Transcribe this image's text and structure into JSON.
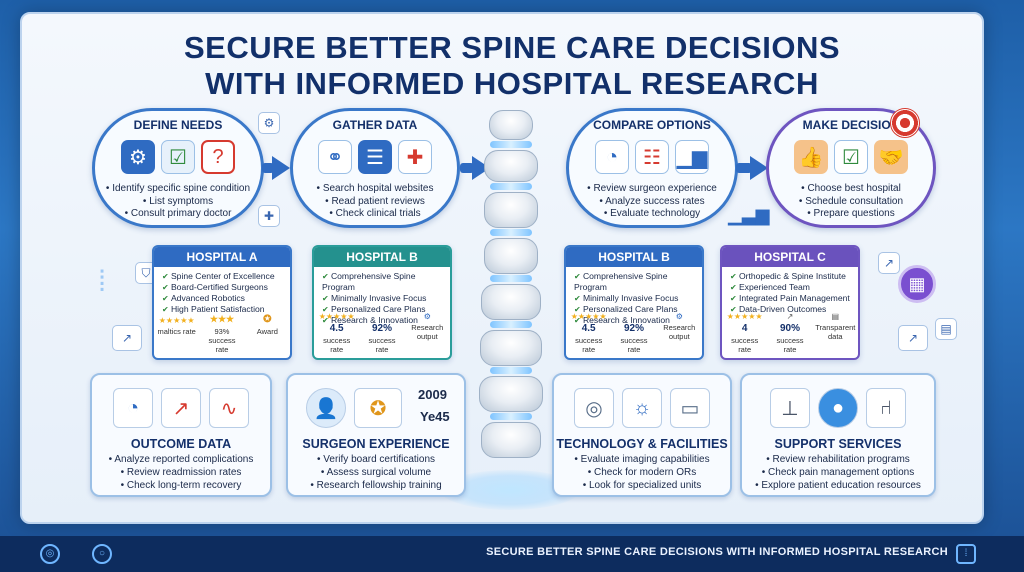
{
  "title": {
    "line1": "SECURE BETTER SPINE CARE DECISIONS",
    "line2": "WITH INFORMED HOSPITAL RESEARCH"
  },
  "steps": [
    {
      "title": "DEFINE NEEDS",
      "items": [
        "Identify specific spine condition",
        "List symptoms",
        "Consult primary doctor"
      ]
    },
    {
      "title": "GATHER DATA",
      "items": [
        "Search hospital websites",
        "Read patient reviews",
        "Check clinical trials"
      ]
    },
    {
      "title": "COMPARE OPTIONS",
      "items": [
        "Review surgeon experience",
        "Analyze success rates",
        "Evaluate technology"
      ]
    },
    {
      "title": "MAKE DECISION",
      "items": [
        "Choose best hospital",
        "Schedule consultation",
        "Prepare questions"
      ]
    }
  ],
  "hospitals": [
    {
      "name": "HOSPITAL A",
      "items": [
        "Spine Center of Excellence",
        "Board-Certified Surgeons",
        "Advanced Robotics",
        "High Patient Satisfaction"
      ],
      "metrics": [
        {
          "value": "",
          "label": "maltics rate"
        },
        {
          "value": "",
          "label": "93%\nsuccess rate"
        },
        {
          "value": "",
          "label": "Award"
        }
      ]
    },
    {
      "name": "HOSPITAL B",
      "items": [
        "Comprehensive Spine Program",
        "Minimally Invasive Focus",
        "Personalized Care Plans",
        "Research & Innovation"
      ],
      "metrics": [
        {
          "value": "4.5",
          "label": "success rate"
        },
        {
          "value": "92%",
          "label": "success rate"
        },
        {
          "value": "",
          "label": "Research output"
        }
      ]
    },
    {
      "name": "HOSPITAL B",
      "items": [
        "Comprehensive Spine Program",
        "Minimally Invasive Focus",
        "Personalized Care Plans",
        "Research & Innovation"
      ],
      "metrics": [
        {
          "value": "4.5",
          "label": "success rate"
        },
        {
          "value": "92%",
          "label": "success rate"
        },
        {
          "value": "",
          "label": "Research output"
        }
      ]
    },
    {
      "name": "HOSPITAL C",
      "items": [
        "Orthopedic & Spine Institute",
        "Experienced Team",
        "Integrated Pain Management",
        "Data-Driven Outcomes"
      ],
      "metrics": [
        {
          "value": "4",
          "label": "success rate"
        },
        {
          "value": "90%",
          "label": "success rate"
        },
        {
          "value": "",
          "label": "Transparent data"
        }
      ]
    }
  ],
  "boxes": [
    {
      "title": "OUTCOME DATA",
      "items": [
        "Analyze reported complications",
        "Review readmission rates",
        "Check long-term recovery"
      ]
    },
    {
      "title": "SURGEON EXPERIENCE",
      "items": [
        "Verify board certifications",
        "Assess surgical volume",
        "Research fellowship training"
      ],
      "year1": "2009",
      "year2": "Ye45"
    },
    {
      "title": "TECHNOLOGY & FACILITIES",
      "items": [
        "Evaluate imaging capabilities",
        "Check for modern ORs",
        "Look for specialized units"
      ]
    },
    {
      "title": "SUPPORT SERVICES",
      "items": [
        "Review rehabilitation programs",
        "Check pain management options",
        "Explore patient education resources"
      ]
    }
  ],
  "footer": {
    "text": "SECURE BETTER SPINE CARE DECISIONS WITH INFORMED HOSPITAL RESEARCH"
  },
  "colors": {
    "primary": "#2f6bc2",
    "teal": "#24918e",
    "purple": "#6a52bd",
    "title": "#12306a"
  }
}
